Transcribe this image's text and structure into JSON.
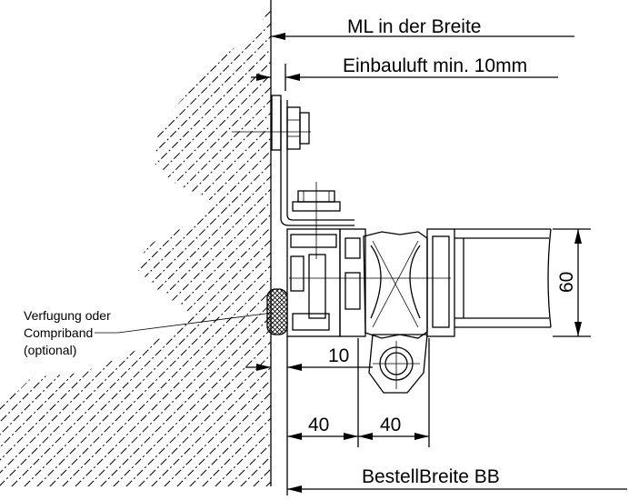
{
  "labels": {
    "ml_width": "ML in der Breite",
    "install_gap": "Einbauluft min. 10mm",
    "order_width": "BestellBreite BB",
    "dim_60": "60",
    "dim_10": "10",
    "dim_40_left": "40",
    "dim_40_right": "40",
    "note_line1": "Verfugung oder",
    "note_line2": "Compriband",
    "note_line3": "(optional)"
  }
}
